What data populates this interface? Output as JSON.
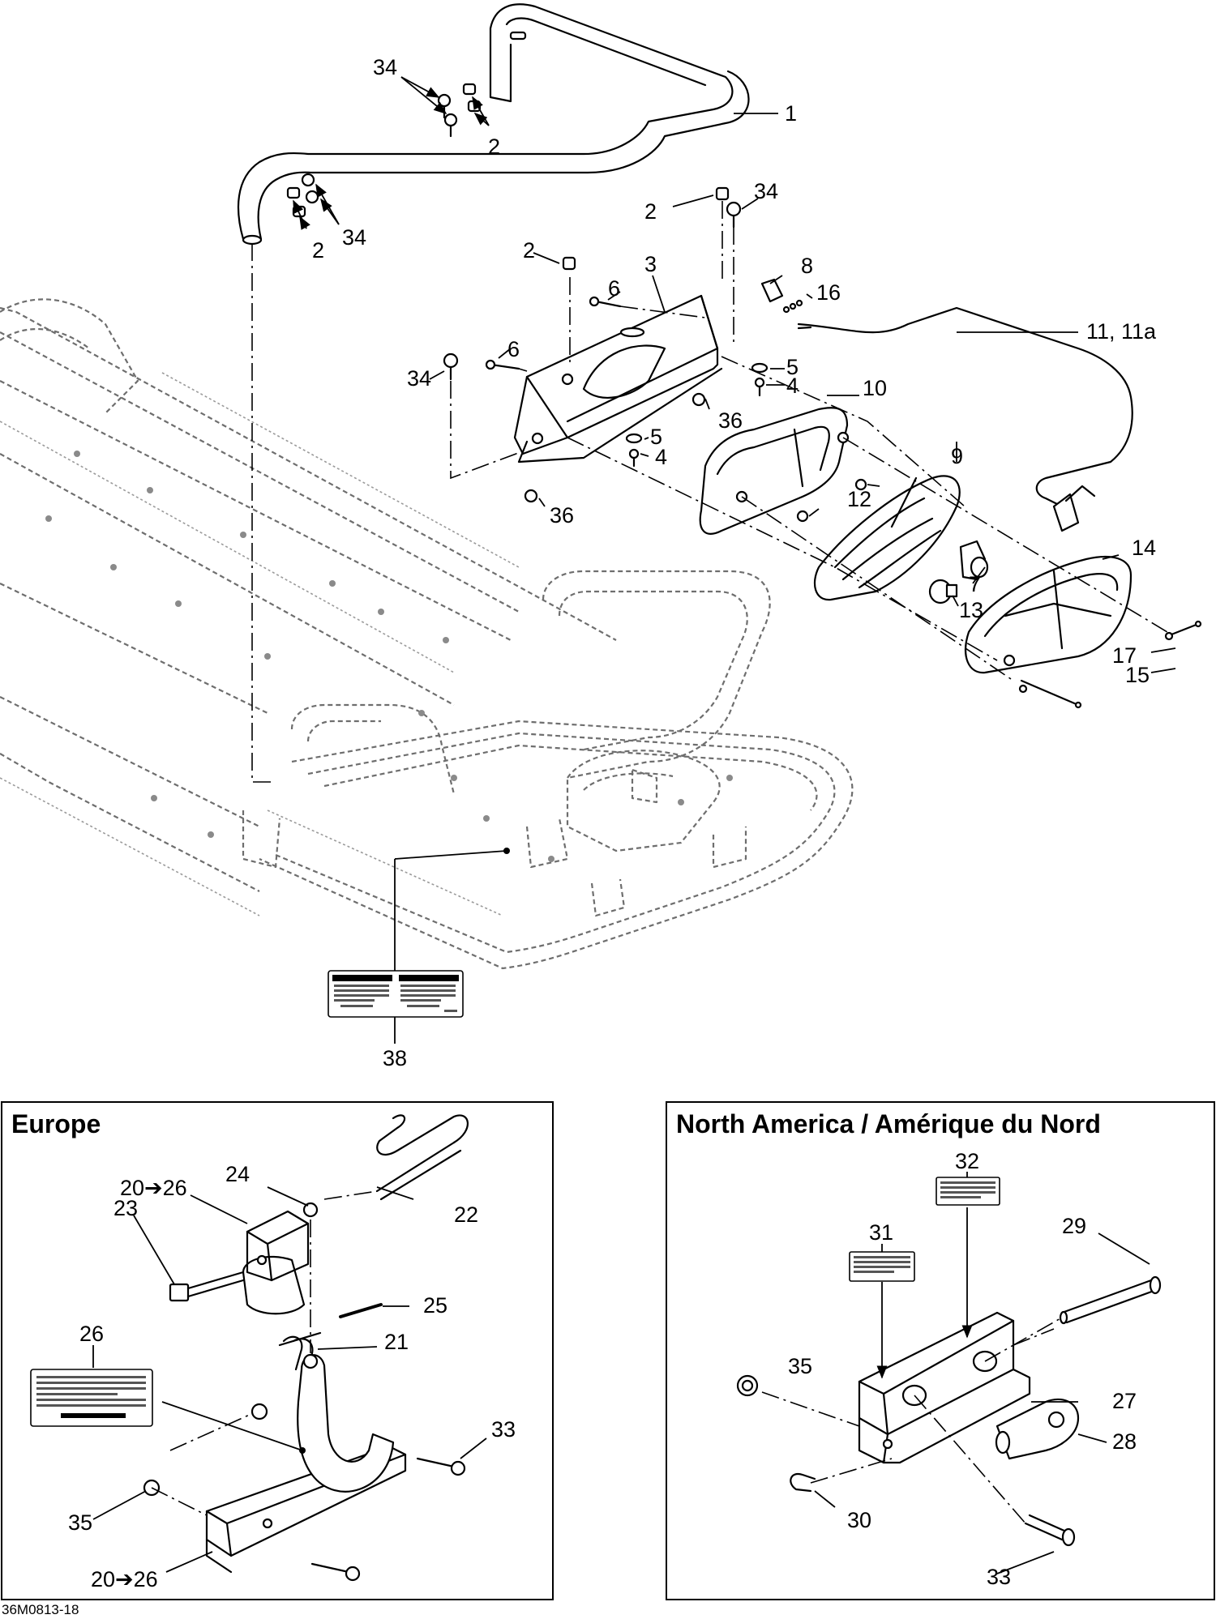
{
  "figure_id": "36M0813-18",
  "main_callouts": [
    "1",
    "2",
    "2",
    "2",
    "2",
    "3",
    "4",
    "4",
    "5",
    "5",
    "6",
    "6",
    "7",
    "8",
    "9",
    "10",
    "11, 11a",
    "12",
    "13",
    "14",
    "15",
    "16",
    "17",
    "34",
    "34",
    "34",
    "34",
    "36",
    "36",
    "38"
  ],
  "europe_box": {
    "title": "Europe",
    "callouts": [
      "20➔26",
      "20➔26",
      "21",
      "22",
      "23",
      "24",
      "25",
      "26",
      "33",
      "35"
    ]
  },
  "north_america_box": {
    "title": "North America / Amérique du Nord",
    "callouts": [
      "27",
      "28",
      "29",
      "30",
      "31",
      "32",
      "33",
      "35"
    ]
  },
  "colors": {
    "line": "#000000",
    "ghost": "#6e6e6e",
    "background": "#ffffff"
  }
}
